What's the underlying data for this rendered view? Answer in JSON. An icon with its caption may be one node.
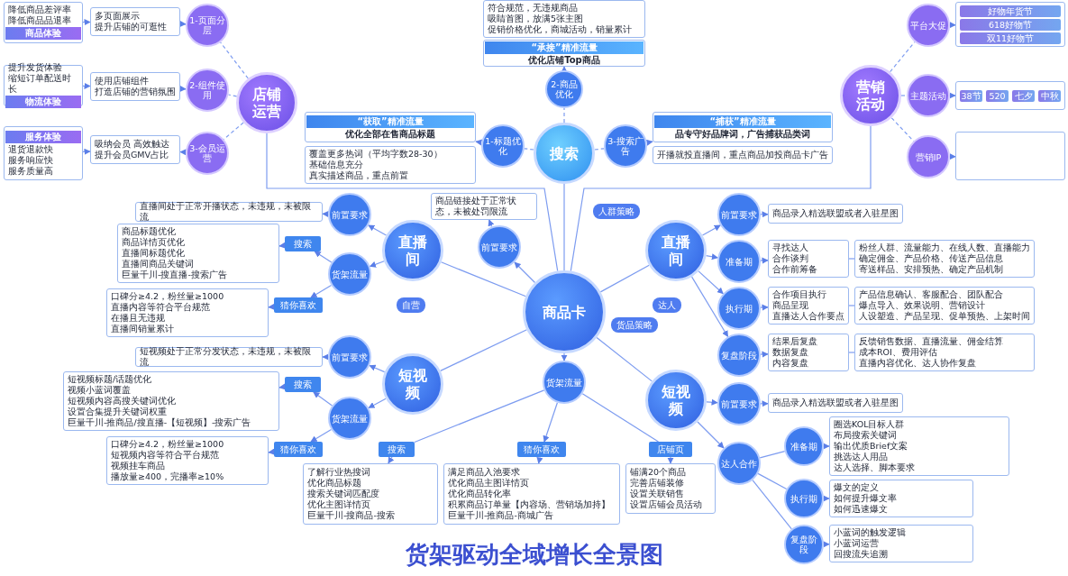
{
  "diagram": {
    "title": "货架驱动全域增长全景图",
    "nodes": [
      {
        "text": [
          "商品卡"
        ]
      },
      {
        "text": [
          "搜索"
        ]
      },
      {
        "text": [
          "1-标题优化"
        ]
      },
      {
        "text": [
          "2-商品优化"
        ]
      },
      {
        "text": [
          "3-搜索广告"
        ]
      },
      {
        "text": [
          "“获取”精准流量",
          "优化全部在售商品标题"
        ]
      },
      {
        "text": [
          "覆盖更多热词（平均字数28-30）",
          "基础信息充分",
          "真实描述商品，重点前置"
        ]
      },
      {
        "text": [
          "符合规范，无违规商品",
          "吸睛首图，放满5张主图",
          "促销价格优化，商城活动，销量累计"
        ]
      },
      {
        "text": [
          "“承接”精准流量",
          "优化店铺Top商品"
        ]
      },
      {
        "text": [
          "“捕获”精准流量",
          "品专守好品牌词，广告捕获品类词"
        ]
      },
      {
        "text": [
          "开播就投直播间，重点商品加投商品卡广告"
        ]
      },
      {
        "text": [
          "店铺运营"
        ]
      },
      {
        "text": [
          "1-页面分层"
        ]
      },
      {
        "text": [
          "2-组件使用"
        ]
      },
      {
        "text": [
          "3-会员运营"
        ]
      },
      {
        "text": [
          "降低商品差评率",
          "降低商品品退率",
          "商品体验"
        ]
      },
      {
        "text": [
          "多页面展示",
          "提升店铺的可逛性"
        ]
      },
      {
        "text": [
          "提升发货体验",
          "缩短订单配送时长",
          "物流体验"
        ]
      },
      {
        "text": [
          "使用店铺组件",
          "打造店铺的营销氛围"
        ]
      },
      {
        "text": [
          "吸纳会员 高效触达",
          "提升会员GMV占比"
        ]
      },
      {
        "text": [
          "服务体验",
          "退货退款快",
          "服务响应快",
          "服务质量高"
        ]
      },
      {
        "text": [
          "营销活动"
        ]
      },
      {
        "text": [
          "平台大促"
        ]
      },
      {
        "text": [
          "主题活动"
        ]
      },
      {
        "text": [
          "营销IP"
        ]
      },
      {
        "text": [
          "好物年货节",
          "618好物节",
          "双11好物节"
        ]
      },
      {
        "text": [
          "38节",
          "520",
          "七夕",
          "中秋"
        ]
      },
      {
        "text": [],
        "shape": "box"
      },
      {
        "text": [
          "直播间"
        ]
      },
      {
        "text": [
          "前置要求"
        ]
      },
      {
        "text": [
          "直播间处于正常开播状态，未违规，未被限流"
        ]
      },
      {
        "text": [
          "货架流量"
        ]
      },
      {
        "text": [
          "搜索"
        ]
      },
      {
        "text": [
          "商品标题优化",
          "商品详情页优化",
          "直播间标题优化",
          "直播间商品关键词",
          "巨量千川-搜直播-搜索广告"
        ]
      },
      {
        "text": [
          "猜你喜欢"
        ]
      },
      {
        "text": [
          "口碑分≥4.2，粉丝量≥1000",
          "直播内容等符合平台规范",
          "在播且无违规",
          "直播间销量累计"
        ]
      },
      {
        "text": [
          "短视频"
        ]
      },
      {
        "text": [
          "前置要求"
        ]
      },
      {
        "text": [
          "短视频处于正常分发状态，未违规，未被限流"
        ]
      },
      {
        "text": [
          "货架流量"
        ]
      },
      {
        "text": [
          "搜索"
        ]
      },
      {
        "text": [
          "短视频标题/话题优化",
          "视频小蓝词覆盖",
          "短视频内容高搜关键词优化",
          "设置合集提升关键词权重",
          "巨量千川-推商品/搜直播-【短视频】-搜索广告"
        ]
      },
      {
        "text": [
          "猜你喜欢"
        ]
      },
      {
        "text": [
          "口碑分≥4.2，粉丝量≥1000",
          "短视频内容等符合平台规范",
          "视频挂车商品",
          "播放量≥400，完播率≥10%"
        ]
      },
      {
        "text": [
          "前置要求"
        ]
      },
      {
        "text": [
          "商品链接处于正常状态，未被处罚限流"
        ]
      },
      {
        "text": [
          "货架流量"
        ]
      },
      {
        "text": [
          "搜索"
        ]
      },
      {
        "text": [
          "猜你喜欢"
        ]
      },
      {
        "text": [
          "店铺页"
        ]
      },
      {
        "text": [
          "了解行业热搜词",
          "优化商品标题",
          "搜索关键词匹配度",
          "优化主图详情页",
          "巨量千川-搜商品-搜索"
        ]
      },
      {
        "text": [
          "满足商品入池要求",
          "优化商品主图详情页",
          "优化商品转化率",
          "积累商品订单量【内容场、营销场加持】",
          "巨量千川-推商品-商城广告"
        ]
      },
      {
        "text": [
          "铺满20个商品",
          "完善店铺装修",
          "设置关联销售",
          "设置店铺会员活动"
        ]
      },
      {
        "text": [
          "直播间"
        ]
      },
      {
        "text": [
          "前置要求"
        ]
      },
      {
        "text": [
          "商品录入精选联盟或者入驻星图"
        ]
      },
      {
        "text": [
          "准备期"
        ]
      },
      {
        "text": [
          "寻找达人",
          "合作谈判",
          "合作前筹备"
        ]
      },
      {
        "text": [
          "粉丝人群、流量能力、在线人数、直播能力",
          "确定佣金、产品价格、传送产品信息",
          "寄送样品、安排预热、确定产品机制"
        ]
      },
      {
        "text": [
          "执行期"
        ]
      },
      {
        "text": [
          "合作项目执行",
          "商品呈现",
          "直播达人合作要点"
        ]
      },
      {
        "text": [
          "产品信息确认、客服配合、团队配合",
          "爆点导入、效果说明、营销设计",
          "人设塑造、产品呈现、促单预热、上架时间"
        ]
      },
      {
        "text": [
          "复盘阶段"
        ]
      },
      {
        "text": [
          "结果后复盘",
          "数据复盘",
          "内容复盘"
        ]
      },
      {
        "text": [
          "反馈销售数据、直播流量、佣金结算",
          "成本ROI、费用评估",
          "直播内容优化、达人协作复盘"
        ]
      },
      {
        "text": [
          "短视频"
        ]
      },
      {
        "text": [
          "前置要求"
        ]
      },
      {
        "text": [
          "商品录入精选联盟或者入驻星图"
        ]
      },
      {
        "text": [
          "达人合作"
        ]
      },
      {
        "text": [
          "准备期"
        ]
      },
      {
        "text": [
          "圈选KOL目标人群",
          "布局搜索关键词",
          "输出优质Brief文案",
          "挑选达人用品",
          "达人选择、脚本要求"
        ]
      },
      {
        "text": [
          "执行期"
        ]
      },
      {
        "text": [
          "爆文的定义",
          "如何提升爆文率",
          "如何迅速爆文"
        ]
      },
      {
        "text": [
          "复盘阶段"
        ]
      },
      {
        "text": [
          "小蓝词的触发逻辑",
          "小蓝词运营",
          "回搜流失追溯"
        ]
      }
    ],
    "edges": [
      {
        "from": 0,
        "to": 1,
        "arrow": "none"
      },
      {
        "from": 0,
        "to": 11,
        "arrow": "none"
      },
      {
        "from": 0,
        "to": 21,
        "arrow": "none"
      },
      {
        "from": 0,
        "to": 28,
        "arrow": "none"
      },
      {
        "from": 0,
        "to": 36,
        "arrow": "none"
      },
      {
        "from": 0,
        "to": 53,
        "arrow": "none"
      },
      {
        "from": 0,
        "to": 65,
        "arrow": "none"
      },
      {
        "from": 0,
        "to": 44,
        "arrow": "to"
      },
      {
        "from": 0,
        "to": 46,
        "arrow": "to"
      },
      {
        "from": 1,
        "to": 2,
        "arrow": "none",
        "style": "dashed"
      },
      {
        "from": 1,
        "to": 3,
        "arrow": "none",
        "style": "dashed"
      },
      {
        "from": 1,
        "to": 4,
        "arrow": "none",
        "style": "dashed"
      },
      {
        "from": 2,
        "to": 5,
        "arrow": "to"
      },
      {
        "from": 3,
        "to": 8,
        "arrow": "to"
      },
      {
        "from": 4,
        "to": 9,
        "arrow": "to"
      },
      {
        "from": 11,
        "to": 12,
        "arrow": "none",
        "style": "dashed"
      },
      {
        "from": 11,
        "to": 13,
        "arrow": "none",
        "style": "dashed"
      },
      {
        "from": 11,
        "to": 14,
        "arrow": "none",
        "style": "dashed"
      },
      {
        "from": 15,
        "to": 16,
        "arrow": "to"
      },
      {
        "from": 16,
        "to": 12,
        "arrow": "to"
      },
      {
        "from": 17,
        "to": 18,
        "arrow": "to"
      },
      {
        "from": 18,
        "to": 13,
        "arrow": "to"
      },
      {
        "from": 14,
        "to": 19,
        "arrow": "to"
      },
      {
        "from": 20,
        "to": 19,
        "arrow": "to"
      },
      {
        "from": 21,
        "to": 22,
        "arrow": "none",
        "style": "dashed"
      },
      {
        "from": 21,
        "to": 23,
        "arrow": "none",
        "style": "dashed"
      },
      {
        "from": 21,
        "to": 24,
        "arrow": "none",
        "style": "dashed"
      },
      {
        "from": 22,
        "to": 25,
        "arrow": "to"
      },
      {
        "from": 23,
        "to": 26,
        "arrow": "to"
      },
      {
        "from": 24,
        "to": 27,
        "arrow": "to"
      },
      {
        "from": 28,
        "to": 29,
        "arrow": "to"
      },
      {
        "from": 28,
        "to": 31,
        "arrow": "to"
      },
      {
        "from": 29,
        "to": 30,
        "arrow": "to"
      },
      {
        "from": 31,
        "to": 32,
        "arrow": "to"
      },
      {
        "from": 31,
        "to": 34,
        "arrow": "to"
      },
      {
        "from": 32,
        "to": 33,
        "arrow": "to"
      },
      {
        "from": 34,
        "to": 35,
        "arrow": "to"
      },
      {
        "from": 36,
        "to": 37,
        "arrow": "to"
      },
      {
        "from": 36,
        "to": 39,
        "arrow": "to"
      },
      {
        "from": 37,
        "to": 38,
        "arrow": "to"
      },
      {
        "from": 39,
        "to": 40,
        "arrow": "to"
      },
      {
        "from": 39,
        "to": 42,
        "arrow": "to"
      },
      {
        "from": 40,
        "to": 41,
        "arrow": "to"
      },
      {
        "from": 42,
        "to": 43,
        "arrow": "to"
      },
      {
        "from": 44,
        "to": 45,
        "arrow": "to"
      },
      {
        "from": 46,
        "to": 47,
        "arrow": "none"
      },
      {
        "from": 46,
        "to": 48,
        "arrow": "to"
      },
      {
        "from": 46,
        "to": 49,
        "arrow": "none"
      },
      {
        "from": 47,
        "to": 50,
        "arrow": "to"
      },
      {
        "from": 48,
        "to": 51,
        "arrow": "to"
      },
      {
        "from": 49,
        "to": 52,
        "arrow": "to"
      },
      {
        "from": 53,
        "to": 54,
        "arrow": "to"
      },
      {
        "from": 53,
        "to": 56,
        "arrow": "to"
      },
      {
        "from": 53,
        "to": 59,
        "arrow": "to"
      },
      {
        "from": 53,
        "to": 62,
        "arrow": "to"
      },
      {
        "from": 54,
        "to": 55,
        "arrow": "to"
      },
      {
        "from": 56,
        "to": 57,
        "arrow": "to"
      },
      {
        "from": 57,
        "to": 58,
        "arrow": "none"
      },
      {
        "from": 59,
        "to": 60,
        "arrow": "to"
      },
      {
        "from": 60,
        "to": 61,
        "arrow": "none"
      },
      {
        "from": 62,
        "to": 63,
        "arrow": "to"
      },
      {
        "from": 63,
        "to": 64,
        "arrow": "none"
      },
      {
        "from": 65,
        "to": 66,
        "arrow": "to"
      },
      {
        "from": 65,
        "to": 68,
        "arrow": "to"
      },
      {
        "from": 66,
        "to": 67,
        "arrow": "to"
      },
      {
        "from": 68,
        "to": 69,
        "arrow": "none"
      },
      {
        "from": 68,
        "to": 71,
        "arrow": "none"
      },
      {
        "from": 68,
        "to": 73,
        "arrow": "none"
      },
      {
        "from": 69,
        "to": 70,
        "arrow": "to"
      },
      {
        "from": 71,
        "to": 72,
        "arrow": "to"
      },
      {
        "from": 73,
        "to": 74,
        "arrow": "to"
      }
    ],
    "labels": [
      "人群策略",
      "自营",
      "达人",
      "货品策略"
    ]
  }
}
